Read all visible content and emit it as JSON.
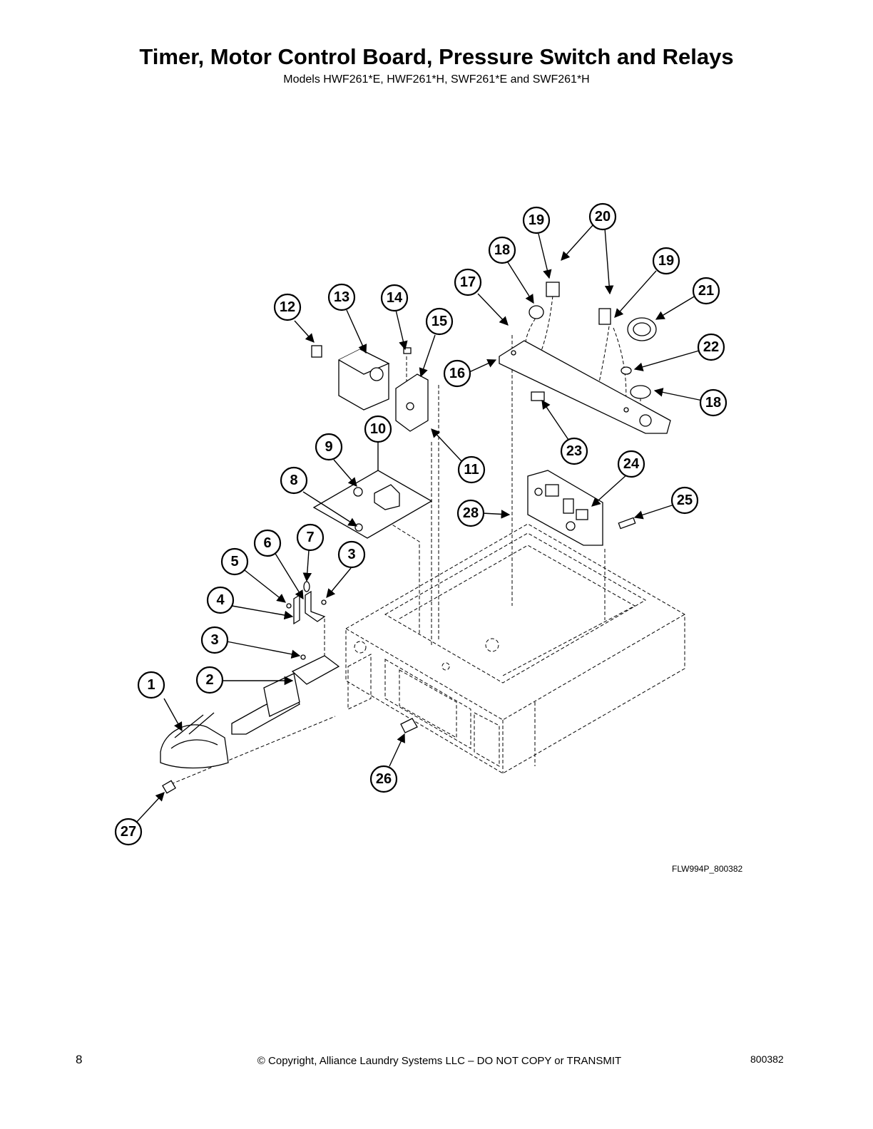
{
  "header": {
    "title": "Timer, Motor Control Board, Pressure Switch and Relays",
    "subtitle": "Models HWF261*E, HWF261*H, SWF261*E and SWF261*H"
  },
  "diagram": {
    "reference_code": "FLW994P_800382",
    "callouts": [
      "1",
      "2",
      "3",
      "3",
      "4",
      "5",
      "6",
      "7",
      "8",
      "9",
      "10",
      "11",
      "12",
      "13",
      "14",
      "15",
      "16",
      "17",
      "18",
      "18",
      "19",
      "19",
      "20",
      "21",
      "22",
      "23",
      "24",
      "25",
      "26",
      "27",
      "28"
    ]
  },
  "footer": {
    "page_number": "8",
    "copyright": "© Copyright, Alliance Laundry Systems LLC – DO NOT COPY or TRANSMIT",
    "document_number": "800382"
  }
}
